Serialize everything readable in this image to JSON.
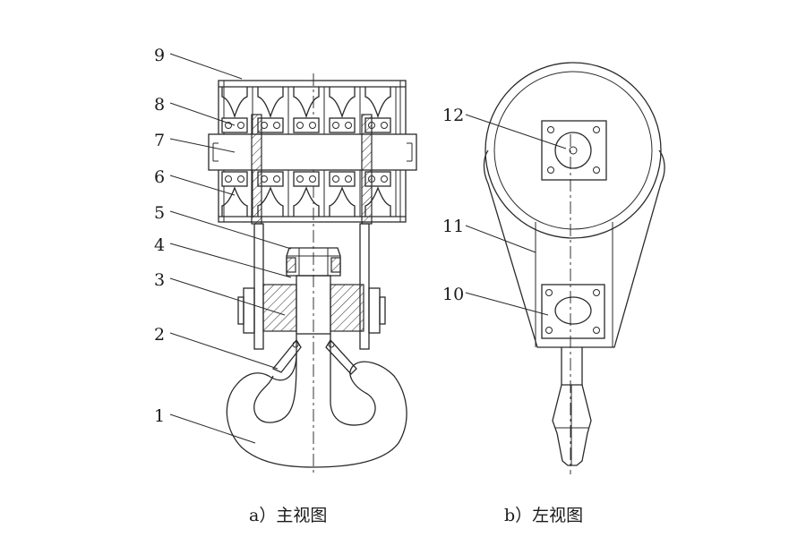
{
  "front_view": {
    "labels": [
      "1",
      "2",
      "3",
      "4",
      "5",
      "6",
      "7",
      "8",
      "9"
    ],
    "caption": "a）主视图"
  },
  "side_view": {
    "labels": [
      "10",
      "11",
      "12"
    ],
    "caption": "b）左视图"
  }
}
